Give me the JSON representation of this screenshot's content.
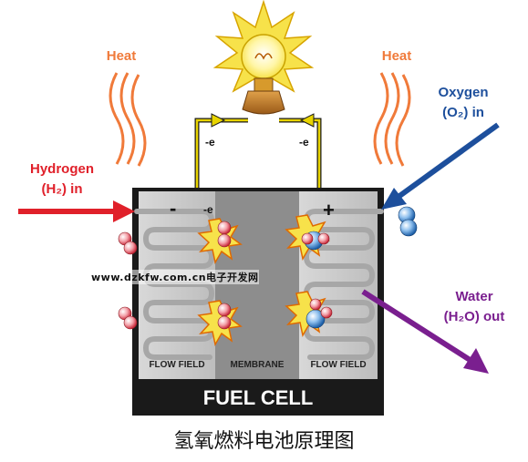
{
  "labels": {
    "heat_left": "Heat",
    "heat_right": "Heat",
    "hydrogen_line1": "Hydrogen",
    "hydrogen_line2": "(H₂) in",
    "oxygen_line1": "Oxygen",
    "oxygen_line2": "(O₂) in",
    "water_line1": "Water",
    "water_line2": "(H₂O) out",
    "electron_left": "-e",
    "electron_right": "-e",
    "electron_anode": "-e",
    "minus_sign": "-",
    "plus_sign": "+",
    "flow_field_left": "FLOW FIELD",
    "membrane": "MEMBRANE",
    "flow_field_right": "FLOW FIELD",
    "fuel_cell": "FUEL CELL"
  },
  "watermark": "www.dzkfw.com.cn电子开发网",
  "caption": "氢氧燃料电池原理图",
  "colors": {
    "heat": "#f07a3a",
    "hydrogen_arrow": "#e0202a",
    "oxygen_arrow": "#1d4f9c",
    "water_arrow": "#7a1f8f",
    "wire": "#e8d400",
    "cell_frame": "#1a1a1a",
    "flow_field": "#c9c9c9",
    "membrane": "#8d8d8d"
  },
  "icons": [
    "light-bulb-icon",
    "hydrogen-molecule-icon",
    "oxygen-molecule-icon",
    "water-molecule-icon",
    "reaction-burst-icon"
  ]
}
